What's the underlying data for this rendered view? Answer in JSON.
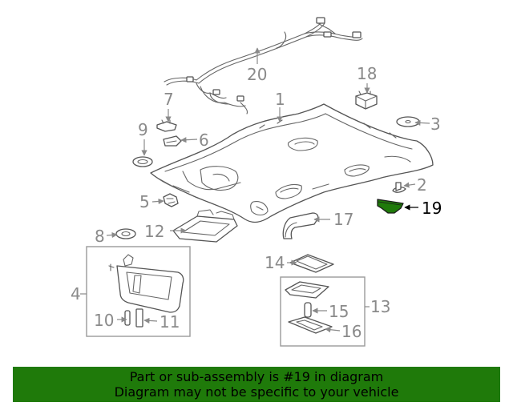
{
  "diagram": {
    "callouts": {
      "c1": "1",
      "c2": "2",
      "c3": "3",
      "c4": "4",
      "c5": "5",
      "c6": "6",
      "c7": "7",
      "c8": "8",
      "c9": "9",
      "c10": "10",
      "c11": "11",
      "c12": "12",
      "c13": "13",
      "c14": "14",
      "c15": "15",
      "c16": "16",
      "c17": "17",
      "c18": "18",
      "c19": "19",
      "c20": "20"
    },
    "highlighted_part": "19",
    "highlight_color": "#1f7a0a"
  },
  "banner": {
    "line1": "Part or sub-assembly is #19 in diagram",
    "line2": "Diagram may not be specific to your vehicle",
    "background": "#1f7a0a"
  }
}
